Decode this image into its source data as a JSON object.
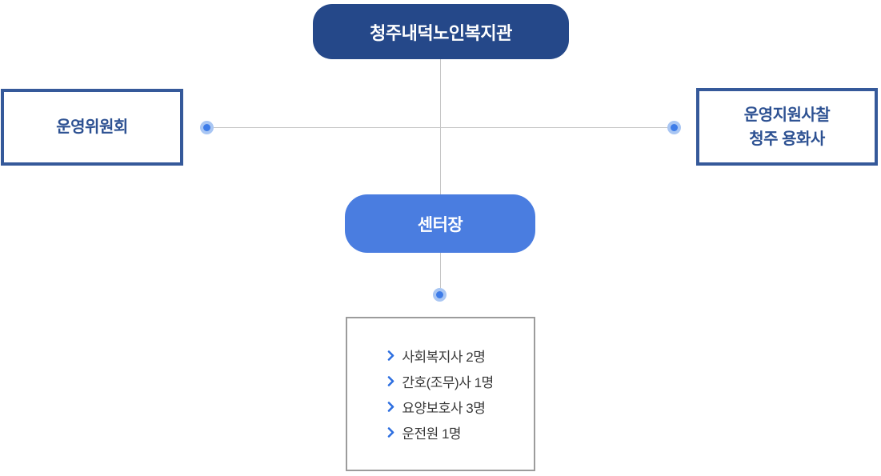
{
  "org_chart": {
    "root": {
      "label": "청주내덕노인복지관"
    },
    "committee": {
      "label": "운영위원회"
    },
    "support": {
      "line1": "운영지원사찰",
      "line2": "청주 용화사"
    },
    "director": {
      "label": "센터장"
    },
    "staff": {
      "items": [
        "사회복지사 2명",
        "간호(조무)사 1명",
        "요양보호사 3명",
        "운전원 1명"
      ]
    },
    "colors": {
      "root_bg": "#254889",
      "director_bg": "#4a7de0",
      "outline_border": "#35599a",
      "outline_text": "#2d5192",
      "staff_box_border": "#9c9c9c",
      "staff_text": "#3a3a3a",
      "bullet": "#2e6fe0",
      "connector_line": "#c6c6c6",
      "dot": "#3e7ce8",
      "dot_halo": "#a9c6f3"
    }
  }
}
